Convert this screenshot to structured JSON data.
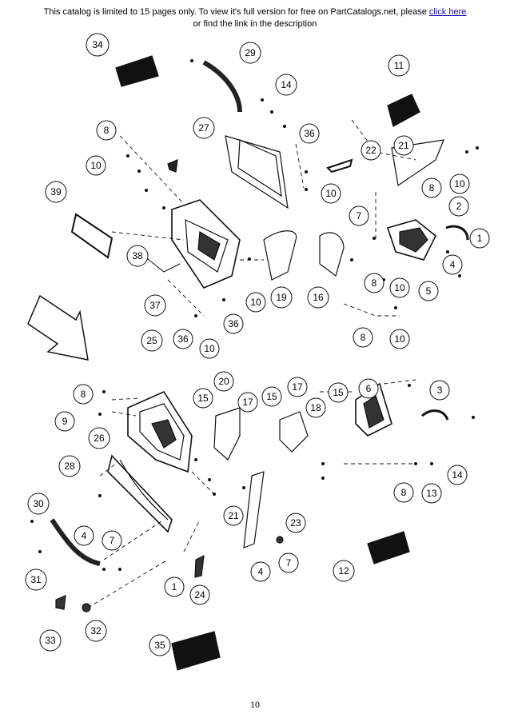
{
  "banner": {
    "line1": "This catalog is limited to 15 pages only. To view it's full version for free on PartCatalogs.net, please",
    "link_text": "click here",
    "line2": "or find the link in the description"
  },
  "page_number": "10",
  "callouts": {
    "upper": [
      "34",
      "29",
      "14",
      "11",
      "8",
      "10",
      "27",
      "36",
      "21",
      "22",
      "39",
      "10",
      "8",
      "10",
      "7",
      "2",
      "1",
      "38",
      "19",
      "16",
      "4",
      "37",
      "8",
      "10",
      "5",
      "10",
      "36",
      "25",
      "36",
      "10",
      "8",
      "10"
    ],
    "lower": [
      "8",
      "20",
      "15",
      "17",
      "15",
      "17",
      "18",
      "15",
      "6",
      "3",
      "9",
      "26",
      "28",
      "30",
      "21",
      "23",
      "8",
      "13",
      "14",
      "4",
      "7",
      "31",
      "4",
      "7",
      "12",
      "1",
      "24",
      "33",
      "32",
      "35"
    ]
  },
  "colors": {
    "ink": "#111111",
    "link": "#1a0dab"
  }
}
